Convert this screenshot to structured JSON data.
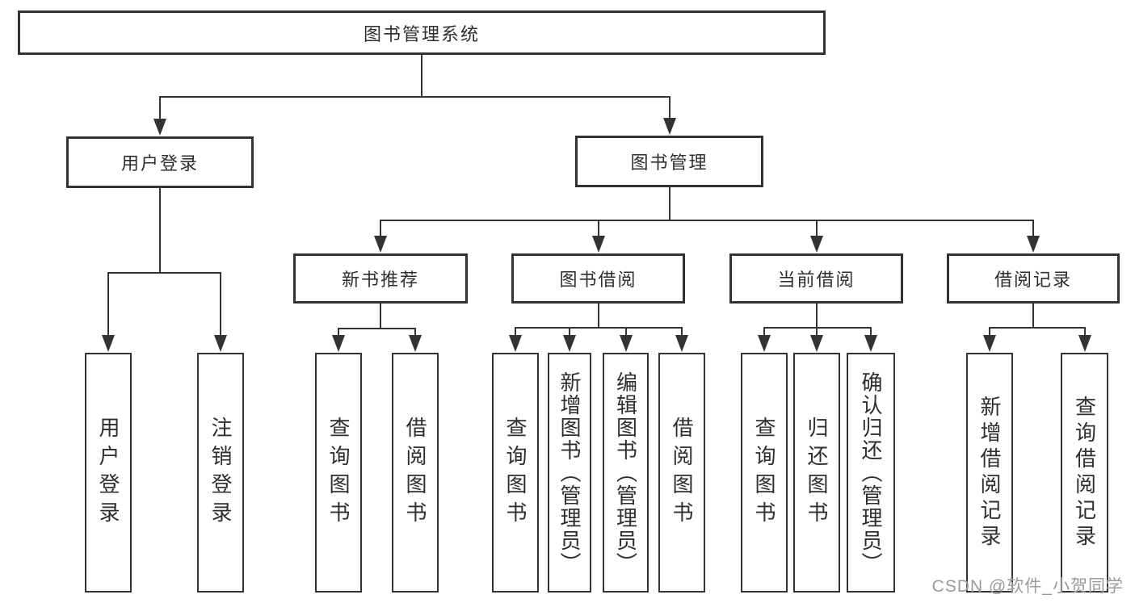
{
  "diagram": {
    "colors": {
      "line": "#333333",
      "text": "#2e2e2e",
      "box_background": "#ffffff",
      "page_background": "#ffffff"
    },
    "root": {
      "id": "root",
      "label": "图书管理系统",
      "children": [
        {
          "id": "login",
          "label": "用户登录",
          "children": [
            {
              "id": "login-user",
              "label": "用户登录"
            },
            {
              "id": "login-logout",
              "label": "注销登录"
            }
          ]
        },
        {
          "id": "mgmt",
          "label": "图书管理",
          "children": [
            {
              "id": "rec",
              "label": "新书推荐",
              "children": [
                {
                  "id": "rec-query",
                  "label": "查询图书"
                },
                {
                  "id": "rec-borrow",
                  "label": "借阅图书"
                }
              ]
            },
            {
              "id": "borrow",
              "label": "图书借阅",
              "children": [
                {
                  "id": "borrow-query",
                  "label": "查询图书"
                },
                {
                  "id": "borrow-add",
                  "label": "新增图书（管理员）"
                },
                {
                  "id": "borrow-edit",
                  "label": "编辑图书（管理员）"
                },
                {
                  "id": "borrow-borrow",
                  "label": "借阅图书"
                }
              ]
            },
            {
              "id": "current",
              "label": "当前借阅",
              "children": [
                {
                  "id": "current-query",
                  "label": "查询图书"
                },
                {
                  "id": "current-return",
                  "label": "归还图书"
                },
                {
                  "id": "current-confirm",
                  "label": "确认归还（管理员）"
                }
              ]
            },
            {
              "id": "record",
              "label": "借阅记录",
              "children": [
                {
                  "id": "record-add",
                  "label": "新增借阅记录"
                },
                {
                  "id": "record-query",
                  "label": "查询借阅记录"
                }
              ]
            }
          ]
        }
      ]
    }
  },
  "watermark": {
    "text": "CSDN @软件_小贺同学",
    "color": "#9b9b9b"
  }
}
